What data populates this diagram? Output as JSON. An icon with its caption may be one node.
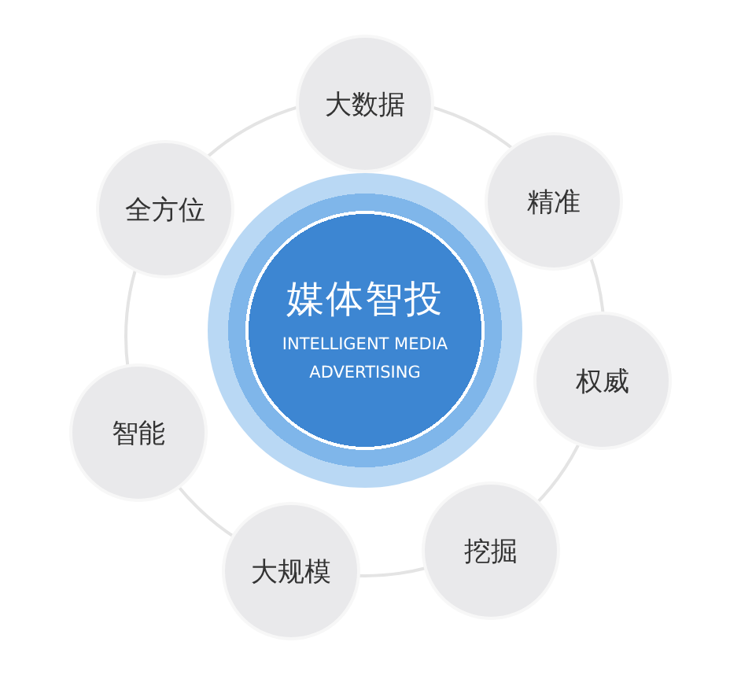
{
  "diagram": {
    "nodes": [
      {
        "text": [
          "媒体智投",
          "INTELLIGENT MEDIA ADVERTISING"
        ]
      },
      {
        "text": [
          "大数据"
        ]
      },
      {
        "text": [
          "精准"
        ]
      },
      {
        "text": [
          "权威"
        ]
      },
      {
        "text": [
          "挖掘"
        ]
      },
      {
        "text": [
          "大规模"
        ]
      },
      {
        "text": [
          "智能"
        ]
      },
      {
        "text": [
          "全方位"
        ]
      }
    ]
  }
}
